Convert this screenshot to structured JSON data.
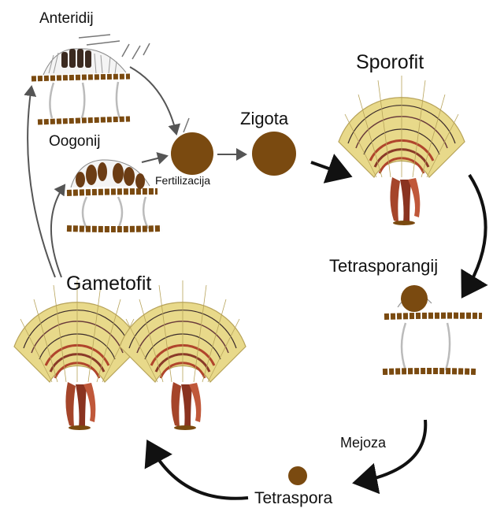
{
  "labels": {
    "anteridij": "Anteridij",
    "oogonij": "Oogonij",
    "fertilizacija": "Fertilizacija",
    "zigota": "Zigota",
    "sporofit": "Sporofit",
    "tetrasporangij": "Tetrasporangij",
    "gametofit": "Gametofit",
    "mejoza": "Mejoza",
    "tetraspora": "Tetraspora"
  },
  "colors": {
    "cell_brown": "#7a4a10",
    "algae_yellow": "#e8d98a",
    "stalk_red": "#a5452a",
    "arrow": "#111111",
    "thin_arrow": "#555555"
  }
}
